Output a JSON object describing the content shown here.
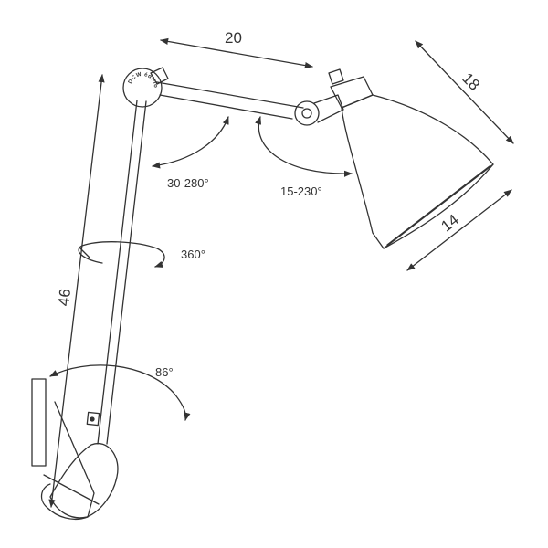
{
  "colors": {
    "stroke": "#333333",
    "background": "#ffffff"
  },
  "dimensions": {
    "arm_length": "20",
    "shade_depth": "18",
    "shade_diameter": "14",
    "total_height": "46"
  },
  "rotations": {
    "elbow": "30-280°",
    "shade_tilt": "15-230°",
    "arm_swivel": "360°",
    "base_pivot": "86°"
  },
  "logo_text": "DCW éditions"
}
